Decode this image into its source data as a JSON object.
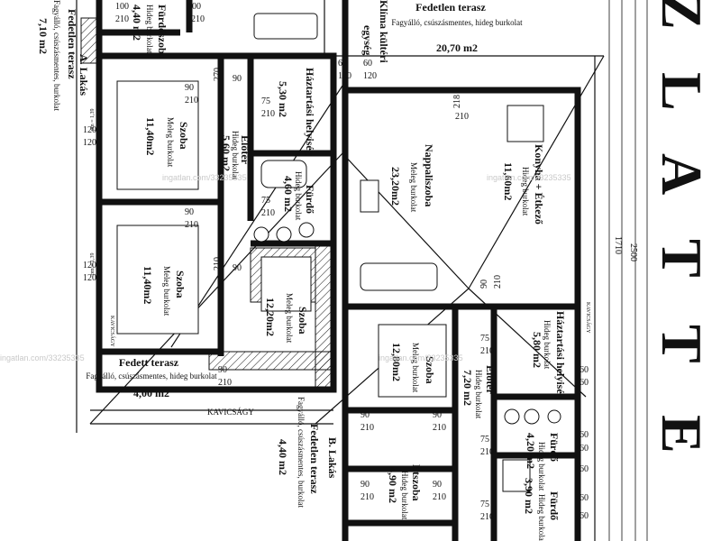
{
  "rooms": {
    "top_terrace": {
      "name": "Fedetlen terasz",
      "sub": "Fagyálló, csúszásmentes, hideg burkolat",
      "area": "20,70 m2"
    },
    "klima": {
      "line1": "Klíma kültéri",
      "line2": "egység"
    },
    "bathroom_a_top": {
      "name": "Fürdőszoba",
      "sub": "Hideg burkolat",
      "area": "4,40 m2"
    },
    "unit_a_terrace": {
      "name": "A. Lakás",
      "sub": "Fedetlen terasz",
      "detail": "Fagyálló, csúszásmentes, burkolat",
      "area": "7,10 m2"
    },
    "storage_a": {
      "name": "Háztartási helyiség",
      "area": "5,30 m2"
    },
    "room_a1": {
      "name": "Szoba",
      "sub": "Meleg burkolat",
      "area": "11,40m2"
    },
    "hall_a": {
      "name": "Előtér",
      "sub": "Hideg burkolat",
      "area": "5,60 m2"
    },
    "bath_a": {
      "name": "Fürdő",
      "sub": "Hideg burkolat",
      "area": "4,60 m2"
    },
    "room_a2": {
      "name": "Szoba",
      "sub": "Meleg burkolat",
      "area": "11,40m2"
    },
    "room_a3": {
      "name": "Szoba",
      "sub": "Meleg burkolat",
      "area": "12,20m2"
    },
    "covered_terrace": {
      "name": "Fedett terasz",
      "sub": "Fagyálló, csúszásmentes, hideg burkolat",
      "area": "4,00 m2"
    },
    "gravel": {
      "label": "KAVICSÁGY"
    },
    "living": {
      "name": "Nappaliszoba",
      "sub": "Meleg burkolat",
      "area": "23,20m2"
    },
    "kitchen": {
      "name": "Konyha + Étkező",
      "sub": "Hideg burkolat",
      "area": "11,60m2"
    },
    "room_b1": {
      "name": "Szoba",
      "sub": "Meleg burkolat",
      "area": "12,80m2"
    },
    "hall_b": {
      "name": "Előtér",
      "sub": "Hideg burkolat",
      "area": "7,20 m2"
    },
    "storage_b": {
      "name": "Háztartási helyiség",
      "sub": "Hideg burkolat",
      "area": "5,80 m2"
    },
    "bath_b": {
      "name": "Fürdő",
      "sub": "Hideg burkolat",
      "area": "4,20 m2"
    },
    "wc_b": {
      "name": "Fürdő",
      "sub": "Hideg burkolat",
      "area": "3,90 m2"
    },
    "dressing": {
      "name": "Étszoba",
      "sub": "Hideg burkolat",
      "area": "4,90 m2"
    },
    "unit_b_terrace": {
      "name": "B. Lakás",
      "sub": "Fedetlen terasz",
      "detail": "Fagyálló, csúszásmentes, burkolat",
      "area": "4,40 m2"
    }
  },
  "dimensions": {
    "d100": "100",
    "d210": "210",
    "d90": "90",
    "d60": "60",
    "d75": "75",
    "d120": "120",
    "d270": "270",
    "d218": "218",
    "d2500": "2500",
    "d1710": "1710",
    "pm": "pm = 1,39"
  },
  "big_letters": [
    "Z",
    "L",
    "A",
    "T",
    "T",
    "E"
  ],
  "watermark": "ingatlan.com/33235335"
}
